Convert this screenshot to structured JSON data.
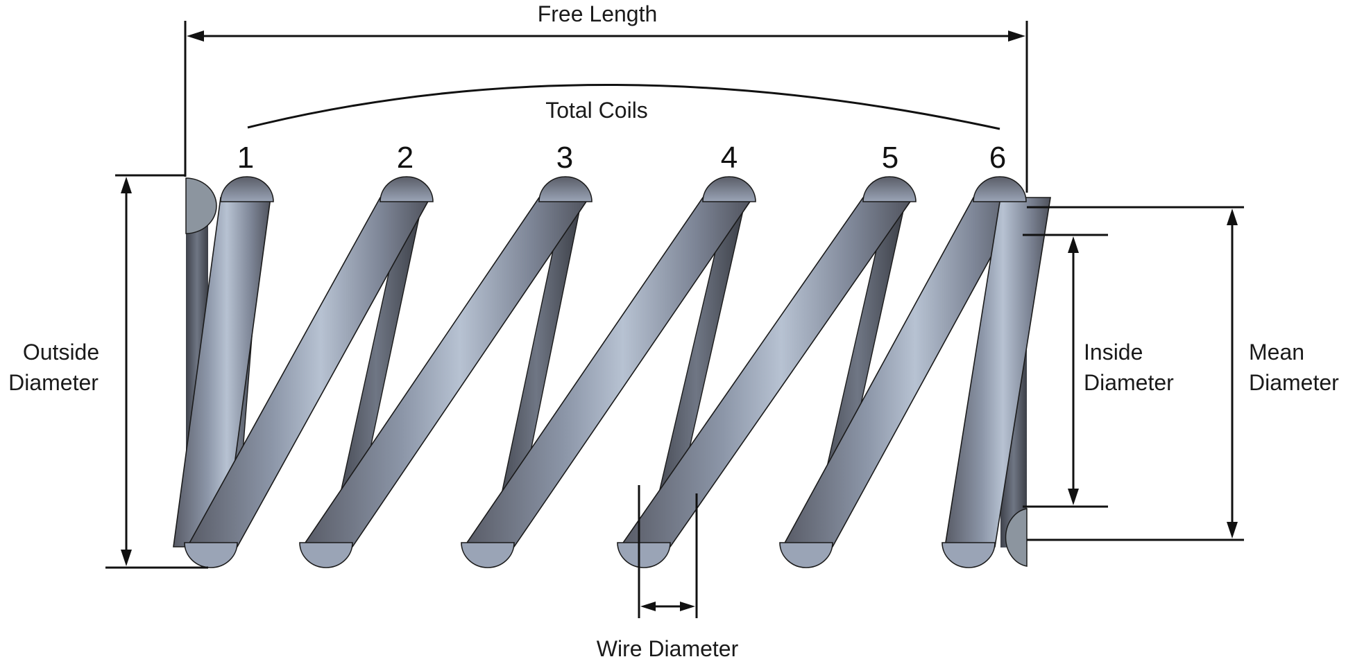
{
  "diagram": {
    "labels": {
      "free_length": "Free Length",
      "total_coils": "Total Coils",
      "outside_diameter_line1": "Outside",
      "outside_diameter_line2": "Diameter",
      "inside_diameter_line1": "Inside",
      "inside_diameter_line2": "Diameter",
      "mean_diameter_line1": "Mean",
      "mean_diameter_line2": "Diameter",
      "wire_diameter": "Wire Diameter"
    },
    "coil_numbers": [
      "1",
      "2",
      "3",
      "4",
      "5",
      "6"
    ],
    "colors": {
      "coil_light": "#aab5c6",
      "coil_mid": "#7e8696",
      "coil_dark": "#52555f",
      "end_cut": "#8c959f",
      "line": "#111111"
    }
  }
}
